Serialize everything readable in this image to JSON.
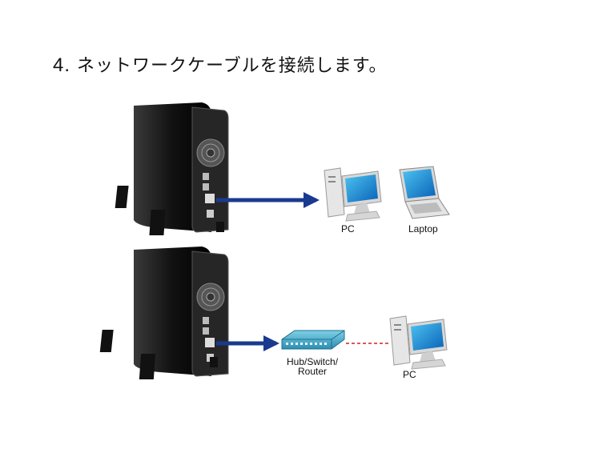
{
  "step": {
    "number": "4.",
    "text": "ネットワークケーブルを接続します。"
  },
  "diagram": {
    "scenario_direct": {
      "labels": {
        "pc": "PC",
        "laptop": "Laptop"
      }
    },
    "scenario_switch": {
      "labels": {
        "hub_line1": "Hub/Switch/",
        "hub_line2": "Router",
        "pc": "PC"
      }
    },
    "colors": {
      "arrow": "#1a3a8f",
      "dashed_link": "#cc2222",
      "nas_body": "#1a1a1a",
      "switch": "#3fa7c8"
    }
  }
}
